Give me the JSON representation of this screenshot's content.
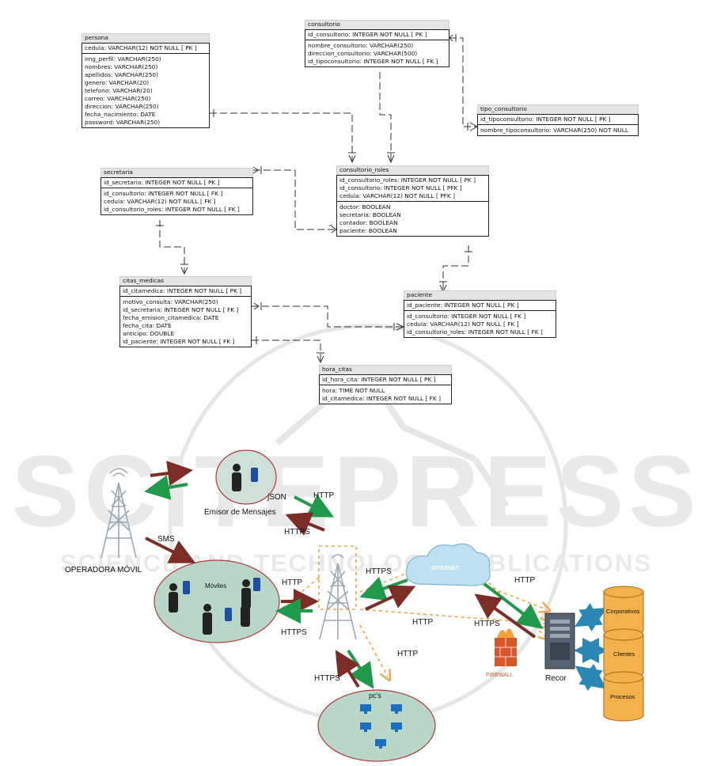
{
  "er_diagram": {
    "tables": {
      "persona": {
        "name": "persona",
        "pk": "cedula: VARCHAR(12)   NOT NULL  [ PK ]",
        "columns": [
          "img_perfil: VARCHAR(250)",
          "nombres: VARCHAR(250)",
          "apellidos: VARCHAR(250)",
          "genero: VARCHAR(20)",
          "telefono: VARCHAR(20)",
          "correo: VARCHAR(250)",
          "direccion: VARCHAR(250)",
          "fecha_nacimiento: DATE",
          "password: VARCHAR(250)"
        ]
      },
      "consultorio": {
        "name": "consultorio",
        "pk": "id_consultorio: INTEGER   NOT NULL  [ PK ]",
        "columns": [
          "nombre_consultorio: VARCHAR(250)",
          "direccion_consultorio: VARCHAR(500)",
          "id_tipoconsultorio: INTEGER   NOT NULL  [ FK ]"
        ]
      },
      "tipo_consultorio": {
        "name": "tipo_consultorio",
        "pk": "id_tipoconsultorio: INTEGER   NOT NULL  [ PK ]",
        "columns": [
          "nombre_tipoconsultorio: VARCHAR(250)   NOT NULL"
        ]
      },
      "secretaria": {
        "name": "secretaria",
        "pk": "id_secretaria: INTEGER   NOT NULL  [ PK ]",
        "columns": [
          "id_consultorio: INTEGER   NOT NULL  [ FK ]",
          "cedula: VARCHAR(12)   NOT NULL  [ FK ]",
          "id_consultorio_roles: INTEGER   NOT NULL  [ FK ]"
        ]
      },
      "consultorio_roles": {
        "name": "consultorio_roles",
        "pk_rows": [
          "id_consultorio_roles: INTEGER   NOT NULL  [ PK ]",
          "id_consultorio: INTEGER   NOT NULL  [ PFK ]",
          "cedula: VARCHAR(12)   NOT NULL  [ PFK ]"
        ],
        "columns": [
          "doctor: BOOLEAN",
          "secretaria: BOOLEAN",
          "contador: BOOLEAN",
          "paciente: BOOLEAN"
        ]
      },
      "citas_medicas": {
        "name": "citas_medicas",
        "pk": "id_citamedica: INTEGER   NOT NULL  [ PK ]",
        "columns": [
          "motivo_consulta: VARCHAR(250)",
          "id_secretaria: INTEGER   NOT NULL  [ FK ]",
          "fecha_emision_citamedica: DATE",
          "fecha_cita: DATE",
          "anticipo: DOUBLE",
          "id_paciente: INTEGER   NOT NULL  [ FK ]"
        ]
      },
      "paciente": {
        "name": "paciente",
        "pk": "id_paciente: INTEGER   NOT NULL  [ PK ]",
        "columns": [
          "id_consultorio: INTEGER   NOT NULL  [ FK ]",
          "cedula: VARCHAR(12)   NOT NULL  [ FK ]",
          "id_consultorio_roles: INTEGER   NOT NULL  [ FK ]"
        ]
      },
      "hora_citas": {
        "name": "hora_citas",
        "pk": "id_hora_cita: INTEGER   NOT NULL  [ PK ]",
        "columns": [
          "hora: TIME   NOT NULL",
          "id_citamedica: INTEGER   NOT NULL  [ FK ]"
        ]
      }
    }
  },
  "network_diagram": {
    "nodes": {
      "operadora": "OPERADORA MÓVIL",
      "emisor": "Emisor de Mensajes",
      "moviles": "Móviles",
      "internet": "INTERNET",
      "firewall": "FIREWALL",
      "server": "Recor",
      "pcs": "pc's"
    },
    "databases": [
      "Corporativos",
      "Clientes",
      "Procesos"
    ],
    "labels": {
      "sms": "SMS",
      "json": "jSON",
      "http": "HTTP",
      "https": "HTTPS"
    },
    "colors": {
      "green": "#1f9a4a",
      "brown": "#7b2d26",
      "orange": "#f3a54a",
      "cloud": "#bfe0f3",
      "blob": "#b9d7c8",
      "db": "#f4b04a",
      "arrow_blue": "#2a87b6"
    }
  },
  "watermark": {
    "line1": "SCITEPRESS",
    "line2": "SCIENCE AND TECHNOLOGY PUBLICATIONS"
  }
}
